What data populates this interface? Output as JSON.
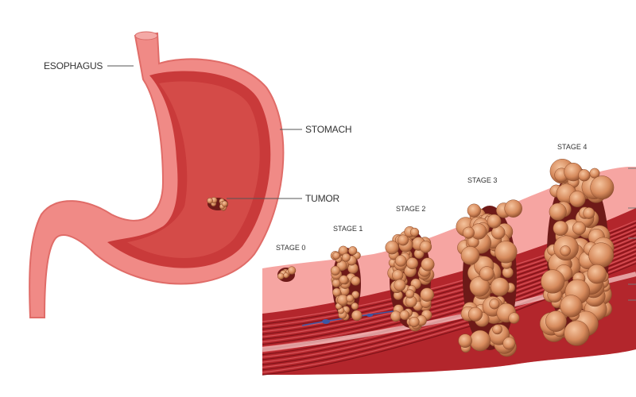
{
  "labels": {
    "esophagus": "ESOPHAGUS",
    "stomach": "STOMACH",
    "tumor": "TUMOR"
  },
  "stages": [
    "STAGE 0",
    "STAGE 1",
    "STAGE 2",
    "STAGE 3",
    "STAGE 4"
  ],
  "colors": {
    "stomach_outer": "#f08a86",
    "stomach_inner": "#c93a3a",
    "mucosa": "#f6a5a2",
    "muscle": "#9e1c22",
    "tumor": "#d98c5f"
  }
}
